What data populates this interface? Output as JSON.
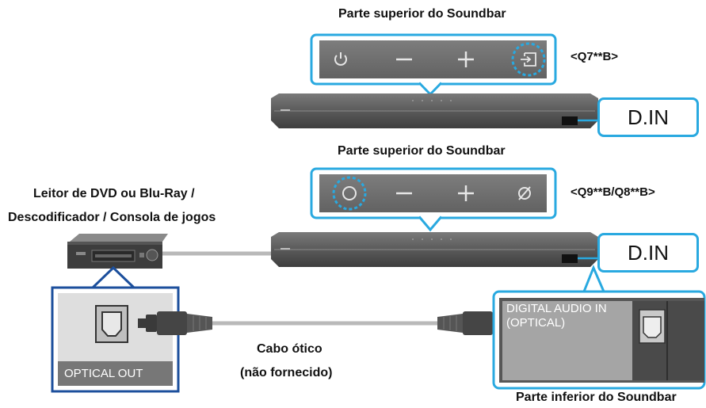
{
  "top_panel": {
    "title": "Parte superior do Soundbar",
    "model": "<Q7**B>",
    "buttons": [
      "power-icon",
      "minus-icon",
      "plus-icon",
      "input-source-icon"
    ],
    "highlighted_button": "input-source-icon"
  },
  "middle_panel": {
    "title": "Parte superior do Soundbar",
    "model": "<Q9**B/Q8**B>",
    "buttons": [
      "multi-function-icon",
      "minus-icon",
      "plus-icon",
      "mic-off-icon"
    ],
    "highlighted_button": "multi-function-icon"
  },
  "din_label": "D.IN",
  "source_device": {
    "line1": "Leitor de DVD ou Blu-Ray /",
    "line2": "Descodificador / Consola de jogos",
    "port_label": "OPTICAL OUT"
  },
  "cable": {
    "line1": "Cabo ótico",
    "line2": "(não fornecido)"
  },
  "soundbar_bottom": {
    "port_label_line1": "DIGITAL AUDIO IN",
    "port_label_line2": "(OPTICAL)",
    "caption": "Parte inferior do Soundbar"
  },
  "colors": {
    "accent": "#29a9e0",
    "device_port_border": "#1c4f9c",
    "panel": "#6f6f6f",
    "soundbar": "#5b5b5b",
    "cable": "#b9b9b9"
  }
}
